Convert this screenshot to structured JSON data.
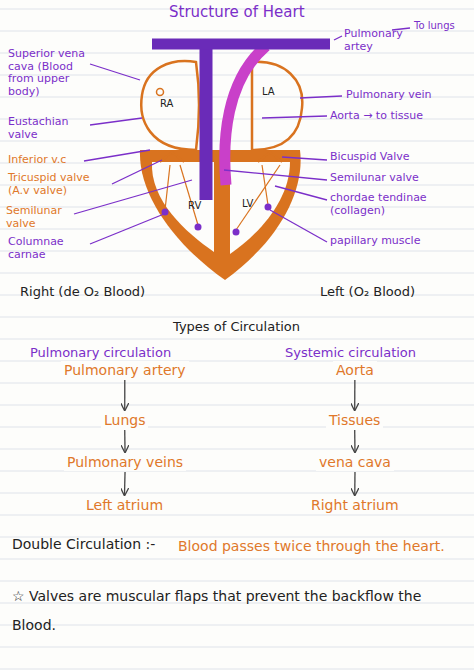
{
  "diagram": {
    "title": "Structure of Heart",
    "nodes": [
      {
        "text": [
          "Pulmonary artery"
        ]
      },
      {
        "text": [
          "Lungs"
        ]
      },
      {
        "text": [
          "Pulmonary veins"
        ]
      },
      {
        "text": [
          "Left atrium"
        ]
      },
      {
        "text": [
          "Aorta"
        ]
      },
      {
        "text": [
          "Tissues"
        ]
      },
      {
        "text": [
          "vena cava"
        ]
      },
      {
        "text": [
          "Right atrium"
        ]
      }
    ],
    "edges": [
      {
        "from": 0,
        "to": 1,
        "arrow": "to"
      },
      {
        "from": 1,
        "to": 2,
        "arrow": "to"
      },
      {
        "from": 2,
        "to": 3,
        "arrow": "to"
      },
      {
        "from": 4,
        "to": 5,
        "arrow": "to"
      },
      {
        "from": 5,
        "to": 6,
        "arrow": "to"
      },
      {
        "from": 6,
        "to": 7,
        "arrow": "to"
      }
    ],
    "labels": [
      "Superior vena cava (Blood from upper body)",
      "Eustachian valve",
      "Inferior v.c",
      "Tricuspid valve (A.v valve)",
      "Semilunar valve",
      "Columnae carnae",
      "Pulmonary artey",
      "To lungs",
      "Pulmonary vein",
      "Aorta → to tissue",
      "Bicuspid Valve",
      "Semilunar valve",
      "chordae tendinae (collagen)",
      "papillary muscle",
      "RA",
      "LA",
      "RV",
      "LV",
      "Right (de O₂ Blood)",
      "Left (O₂ Blood)",
      "Types of Circulation",
      "Pulmonary circulation",
      "Systemic circulation",
      "Double Circulation :-",
      "Blood passes twice through the heart.",
      "☆ Valves are muscular flaps that prevent the backflow the Blood."
    ]
  }
}
